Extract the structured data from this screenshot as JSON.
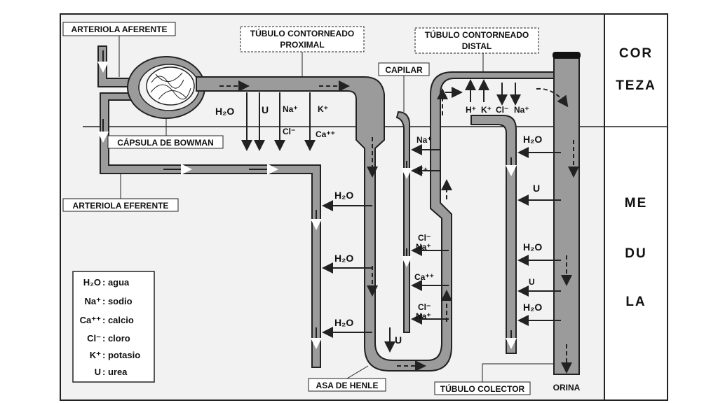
{
  "labels": {
    "afferent": "ARTERIOLA AFERENTE",
    "proximal_1": "TÚBULO CONTORNEADO",
    "proximal_2": "PROXIMAL",
    "capillary": "CAPILAR",
    "distal_1": "TÚBULO CONTORNEADO",
    "distal_2": "DISTAL",
    "bowman": "CÁPSULA DE BOWMAN",
    "efferent": "ARTERIOLA EFERENTE",
    "henle": "ASA DE HENLE",
    "collector": "TÚBULO COLECTOR",
    "urine": "ORINA"
  },
  "zones": {
    "cortex_1": "COR",
    "cortex_2": "TEZA",
    "medulla_1": "ME",
    "medulla_2": "DU",
    "medulla_3": "LA"
  },
  "ions": {
    "h2o": "H₂O",
    "urea": "U",
    "na": "Na⁺",
    "k": "K⁺",
    "cl": "Cl⁻",
    "ca": "Ca⁺⁺",
    "h": "H⁺"
  },
  "legend": [
    {
      "symbol": "H₂O",
      "meaning": ": agua"
    },
    {
      "symbol": "Na⁺",
      "meaning": ": sodio"
    },
    {
      "symbol": "Ca⁺⁺",
      "meaning": ": calcio"
    },
    {
      "symbol": "Cl⁻",
      "meaning": ": cloro"
    },
    {
      "symbol": "K⁺",
      "meaning": ": potasio"
    },
    {
      "symbol": "U",
      "meaning": ": urea"
    }
  ],
  "colors": {
    "tube": "#9b9b9b",
    "panel": "#f2f2f2",
    "outline": "#222222"
  }
}
